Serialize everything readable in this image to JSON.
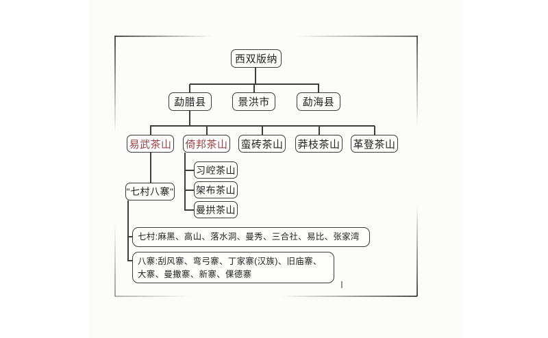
{
  "colors": {
    "accent_red": "#9a4145",
    "line_color": "#3c3c3c",
    "text_color": "#222222",
    "background": "#ffffff"
  },
  "tree": {
    "root": "西双版纳",
    "counties": [
      "勐腊县",
      "景洪市",
      "勐海县"
    ],
    "tea_mountains": [
      "易武茶山",
      "倚邦茶山",
      "蛮砖茶山",
      "莽枝茶山",
      "革登茶山"
    ],
    "yibang_sub_mountains": [
      "习崆茶山",
      "架布茶山",
      "曼拱茶山"
    ],
    "yiwu_sub": "\"七村八寨\"",
    "seven_villages": "七村:麻黑、高山、落水洞、曼秀、三合社、易比、张家湾",
    "eight_stockades": "八寨:刮风寨、弯弓寨、丁家寨(汉族)、旧庙寨、大寨、曼撒寨、新寨、倮德寨"
  }
}
